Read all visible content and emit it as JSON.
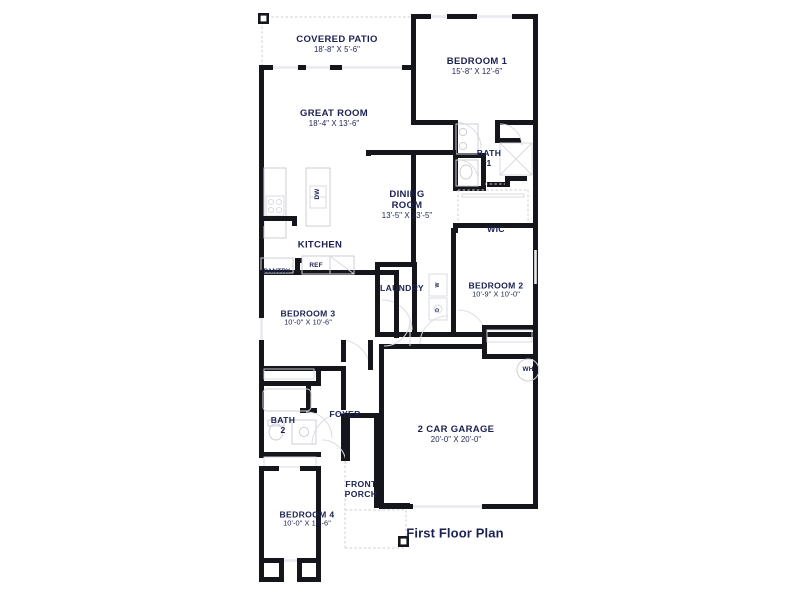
{
  "plan": {
    "title": "First Floor Plan",
    "colors": {
      "text": "#1b2152",
      "wall": "#15161c",
      "fixture": "#c9cad4",
      "dashed": "#c9cad4",
      "background": "#ffffff"
    }
  },
  "rooms": [
    {
      "key": "covered_patio",
      "name": "COVERED PATIO",
      "dimensions": "18'-8\" X 5'-6\""
    },
    {
      "key": "bedroom_1",
      "name": "BEDROOM 1",
      "dimensions": "15'-8\" X 12'-6\""
    },
    {
      "key": "great_room",
      "name": "GREAT ROOM",
      "dimensions": "18'-4\" X 13'-6\""
    },
    {
      "key": "dining_room",
      "name": "DINING\nROOM",
      "dimensions": "13'-5\" X 13'-5\""
    },
    {
      "key": "bath_1",
      "name": "BATH\n1",
      "dimensions": ""
    },
    {
      "key": "wic",
      "name": "WIC",
      "dimensions": ""
    },
    {
      "key": "kitchen",
      "name": "KITCHEN",
      "dimensions": ""
    },
    {
      "key": "bedroom_2",
      "name": "BEDROOM 2",
      "dimensions": "10'-9\" X 10'-0\""
    },
    {
      "key": "bedroom_3",
      "name": "BEDROOM 3",
      "dimensions": "10'-0\" X 10'-6\""
    },
    {
      "key": "laundry",
      "name": "LAUNDRY",
      "dimensions": ""
    },
    {
      "key": "bath_2",
      "name": "BATH\n2",
      "dimensions": ""
    },
    {
      "key": "foyer",
      "name": "FOYER",
      "dimensions": ""
    },
    {
      "key": "front_porch",
      "name": "FRONT\nPORCH",
      "dimensions": ""
    },
    {
      "key": "bedroom_4",
      "name": "BEDROOM 4",
      "dimensions": "10'-0\" X 10'-6\""
    },
    {
      "key": "garage",
      "name": "2 CAR GARAGE",
      "dimensions": "20'-0\" X 20'-0\""
    }
  ],
  "labels": {
    "covered_patio_name": "COVERED PATIO",
    "covered_patio_dim": "18'-8\" X 5'-6\"",
    "bedroom_1_name": "BEDROOM 1",
    "bedroom_1_dim": "15'-8\" X 12'-6\"",
    "great_room_name": "GREAT ROOM",
    "great_room_dim": "18'-4\" X 13'-6\"",
    "dining_room_name_1": "DINING",
    "dining_room_name_2": "ROOM",
    "dining_room_dim": "13'-5\" X 13'-5\"",
    "bath_1_name": "BATH",
    "bath_1_num": "1",
    "wic_name": "WIC",
    "kitchen_name": "KITCHEN",
    "bedroom_2_name": "BEDROOM 2",
    "bedroom_2_dim": "10'-9\" X 10'-0\"",
    "bedroom_3_name": "BEDROOM 3",
    "bedroom_3_dim": "10'-0\" X 10'-6\"",
    "laundry_name": "LAUNDRY",
    "bath_2_name": "BATH",
    "bath_2_num": "2",
    "foyer_name": "FOYER",
    "front_porch_name_1": "FRONT",
    "front_porch_name_2": "PORCH",
    "bedroom_4_name": "BEDROOM 4",
    "bedroom_4_dim": "10'-0\" X 10'-6\"",
    "garage_name": "2 CAR GARAGE",
    "garage_dim": "20'-0\" X 20'-0\"",
    "title": "First Floor Plan"
  },
  "appliances": [
    {
      "key": "pantry",
      "label": "PANTRY"
    },
    {
      "key": "refrigerator",
      "label": "REF"
    },
    {
      "key": "dishwasher",
      "label": "DW"
    },
    {
      "key": "washer",
      "label": "W"
    },
    {
      "key": "dryer",
      "label": "D"
    },
    {
      "key": "water_heater",
      "label": "WH"
    }
  ],
  "appliance_labels": {
    "pantry": "PANTRY",
    "refrigerator": "REF",
    "dishwasher": "DW",
    "washer": "W",
    "dryer": "D",
    "water_heater": "WH"
  }
}
